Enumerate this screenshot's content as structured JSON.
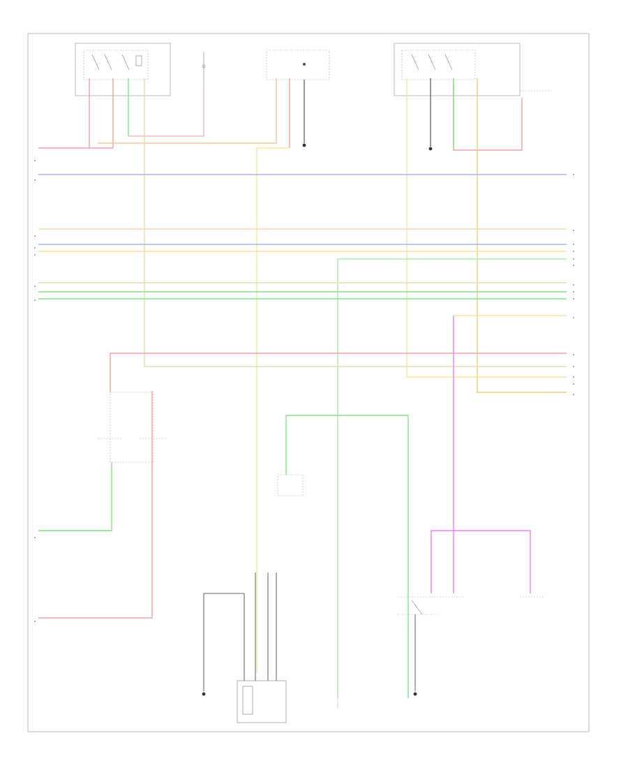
{
  "colors": {
    "red": "#f4a0a0",
    "pink": "#f5b8b8",
    "orange": "#f6c79a",
    "yellow": "#f2e6a0",
    "tan": "#e8dcb0",
    "blue": "#a6b6ee",
    "green": "#86e386",
    "lightgreen": "#a9eda9",
    "magenta": "#f080f0",
    "black": "#333333",
    "frame": "#bbbbbb"
  },
  "labels": {
    "left_relay_box": "",
    "ignition_switch": "",
    "center_module": "",
    "right_relay_box": "",
    "lower_left_module": "",
    "mid_sensor": "",
    "bottom_connector": "",
    "right_lower_component": "",
    "far_right_component": "",
    "left_ground": "",
    "bottom_left_ground": "",
    "bottom_right_ground": "",
    "diagram_code": ""
  },
  "bus_rows": [
    {
      "left": "",
      "right": "",
      "color": "blue"
    },
    {
      "left": "",
      "right": "",
      "color": "tan"
    },
    {
      "left": "",
      "right": "",
      "color": "blue"
    },
    {
      "left": "",
      "right": "",
      "color": "yellow"
    },
    {
      "left": "",
      "right": "",
      "color": "tan"
    },
    {
      "left": "",
      "right": "",
      "color": "green"
    },
    {
      "left": "",
      "right": "",
      "color": "green"
    }
  ]
}
